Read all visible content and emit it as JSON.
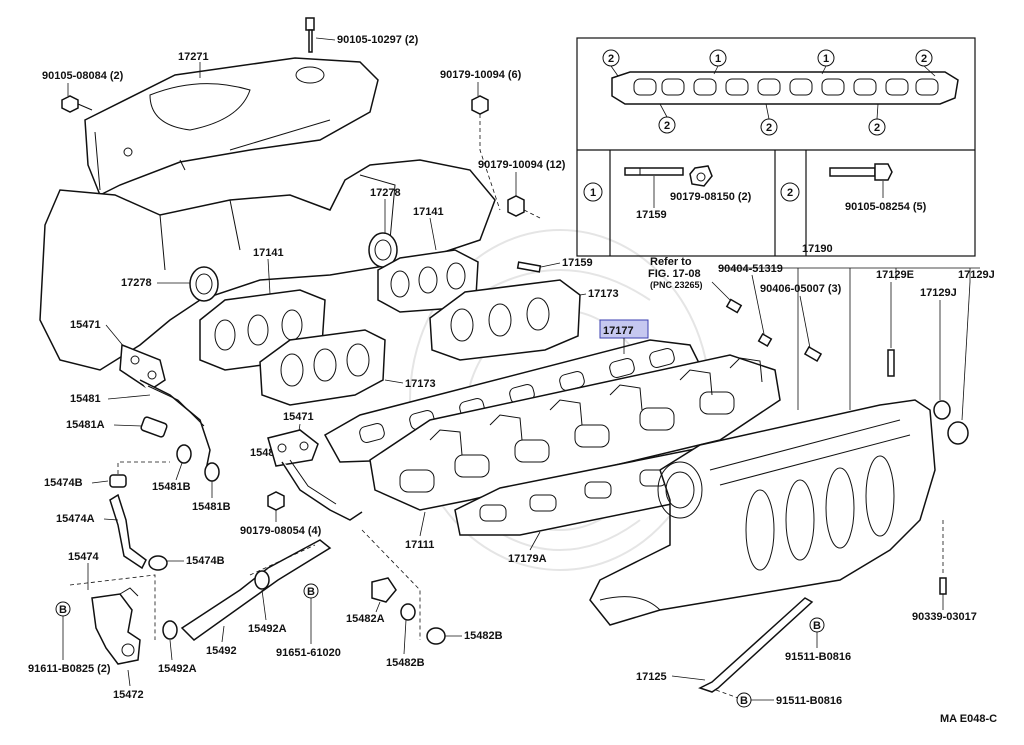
{
  "labels": {
    "p17271": "17271",
    "p90105_10297": "90105-10297 (2)",
    "p90105_08084": "90105-08084 (2)",
    "p90179_10094_6": "90179-10094 (6)",
    "p90179_10094_12": "90179-10094 (12)",
    "p17278_a": "17278",
    "p17278_b": "17278",
    "p17141_a": "17141",
    "p17141_b": "17141",
    "p17159": "17159",
    "p17173_a": "17173",
    "p17173_b": "17173",
    "p17177": "17177",
    "p17190": "17190",
    "refer_line1": "Refer to",
    "refer_line2": "FIG. 17-08",
    "refer_line3": "(PNC 23265)",
    "p90404_51319": "90404-51319",
    "p90406_05007": "90406-05007 (3)",
    "p17129E": "17129E",
    "p17129J_a": "17129J",
    "p17129J_b": "17129J",
    "p15471_a": "15471",
    "p15471_b": "15471",
    "p15481": "15481",
    "p15481A": "15481A",
    "p15481B": "15481B",
    "p15481B_2": "15481B",
    "p15482": "15482",
    "p15474B_a": "15474B",
    "p15474A": "15474A",
    "p15474B_b": "15474B",
    "p15474": "15474",
    "p90179_08054": "90179-08054 (4)",
    "p17111": "17111",
    "p17179A": "17179A",
    "p15482A": "15482A",
    "p15482B_a": "15482B",
    "p15482B_b": "15482B",
    "p15492A_a": "15492A",
    "p15492A_b": "15492A",
    "p15492": "15492",
    "p91651_61020": "91651-61020",
    "p91611_B0825": "91611-B0825 (2)",
    "p15472": "15472",
    "p17125": "17125",
    "p91511_B0816_a": "91511-B0816",
    "p91511_B0816_b": "91511-B0816",
    "p90339_03017": "90339-03017",
    "p17159_inset": "17159",
    "p90179_08150": "90179-08150 (2)",
    "p90105_08254": "90105-08254 (5)",
    "circ1": "1",
    "circ2": "2",
    "circB": "B",
    "diagram_code": "MA E048-C"
  },
  "colors": {
    "highlight_fill": "#c6c8f0",
    "highlight_border": "#3b3fb0"
  }
}
